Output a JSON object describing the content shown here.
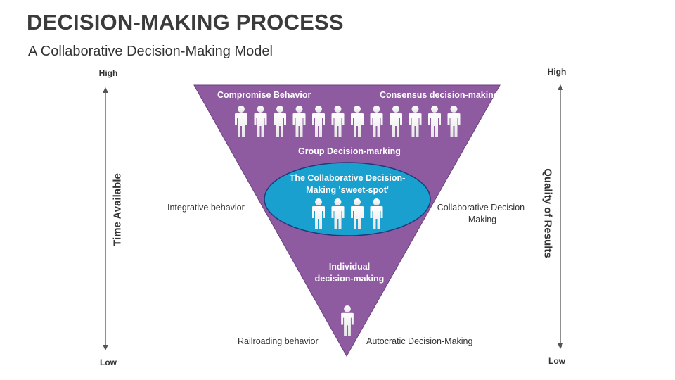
{
  "header": {
    "title": "DECISION-MAKING PROCESS",
    "subtitle": "A Collaborative Decision-Making Model"
  },
  "left_axis": {
    "title": "Time Available",
    "high": "High",
    "low": "Low"
  },
  "right_axis": {
    "title": "Quality of Results",
    "high": "High",
    "low": "Low"
  },
  "funnel": {
    "top_left_label": "Compromise Behavior",
    "top_right_label": "Consensus decision-making",
    "group_label": "Group Decision-marking",
    "sweet_spot_line1": "The Collaborative Decision-",
    "sweet_spot_line2": "Making 'sweet-spot'",
    "individual_line1": "Individual",
    "individual_line2": "decision-making",
    "group_people_count": 12,
    "sweet_spot_people_count": 4,
    "individual_people_count": 1
  },
  "side_labels": {
    "integrative": "Integrative behavior",
    "collaborative_line1": "Collaborative Decision-",
    "collaborative_line2": "Making",
    "railroading": "Railroading behavior",
    "autocratic": "Autocratic Decision-Making"
  },
  "colors": {
    "funnel_fill": "#8e5aa0",
    "ellipse_fill": "#19a0cf",
    "ellipse_stroke": "#1f3a7a",
    "axis_line": "#555555"
  }
}
